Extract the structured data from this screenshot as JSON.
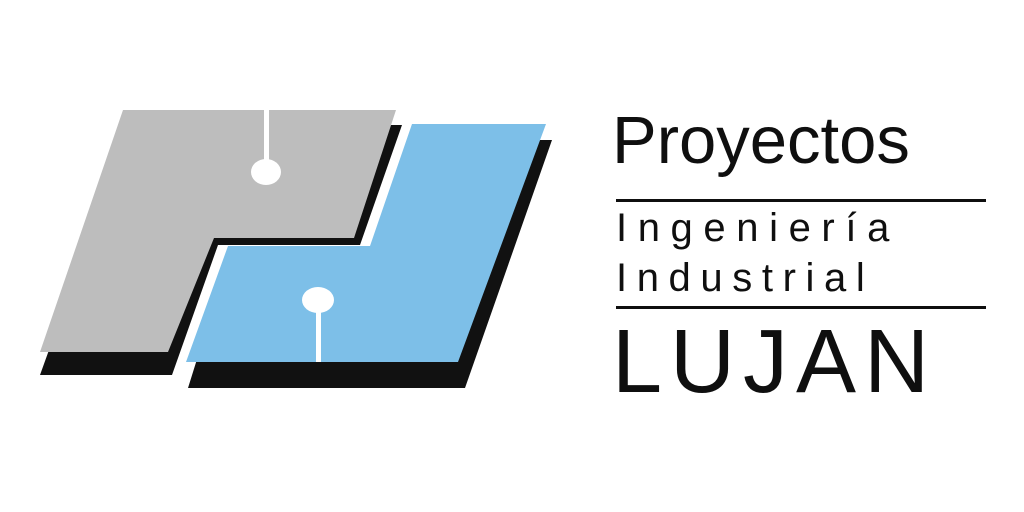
{
  "logo": {
    "colors": {
      "left_block": "#bdbdbd",
      "right_block": "#7dbfe8",
      "shadow": "#111111",
      "background": "#ffffff"
    }
  },
  "wordmark": {
    "title": "Proyectos",
    "line1": "Ingeniería",
    "line2": "Industrial",
    "brand": "LUJAN"
  }
}
